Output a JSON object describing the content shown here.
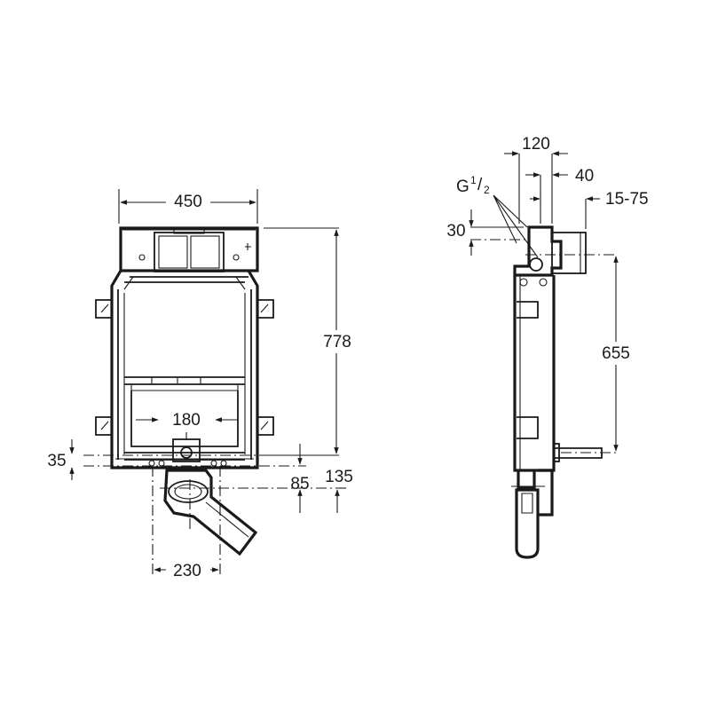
{
  "front_view": {
    "width_label": "450",
    "height_label": "778",
    "inner_width_label": "180",
    "left_offset_label": "35",
    "right_low_label": "85",
    "right_lower_label": "135",
    "bottom_label": "230"
  },
  "side_view": {
    "depth_label": "120",
    "offset_label": "40",
    "range_label": "15-75",
    "thread_label": "G",
    "thread_sup": "1",
    "thread_sub": "2",
    "top_offset_label": "30",
    "height_label": "655"
  },
  "colors": {
    "ink": "#1a1a1a",
    "background": "#ffffff"
  }
}
